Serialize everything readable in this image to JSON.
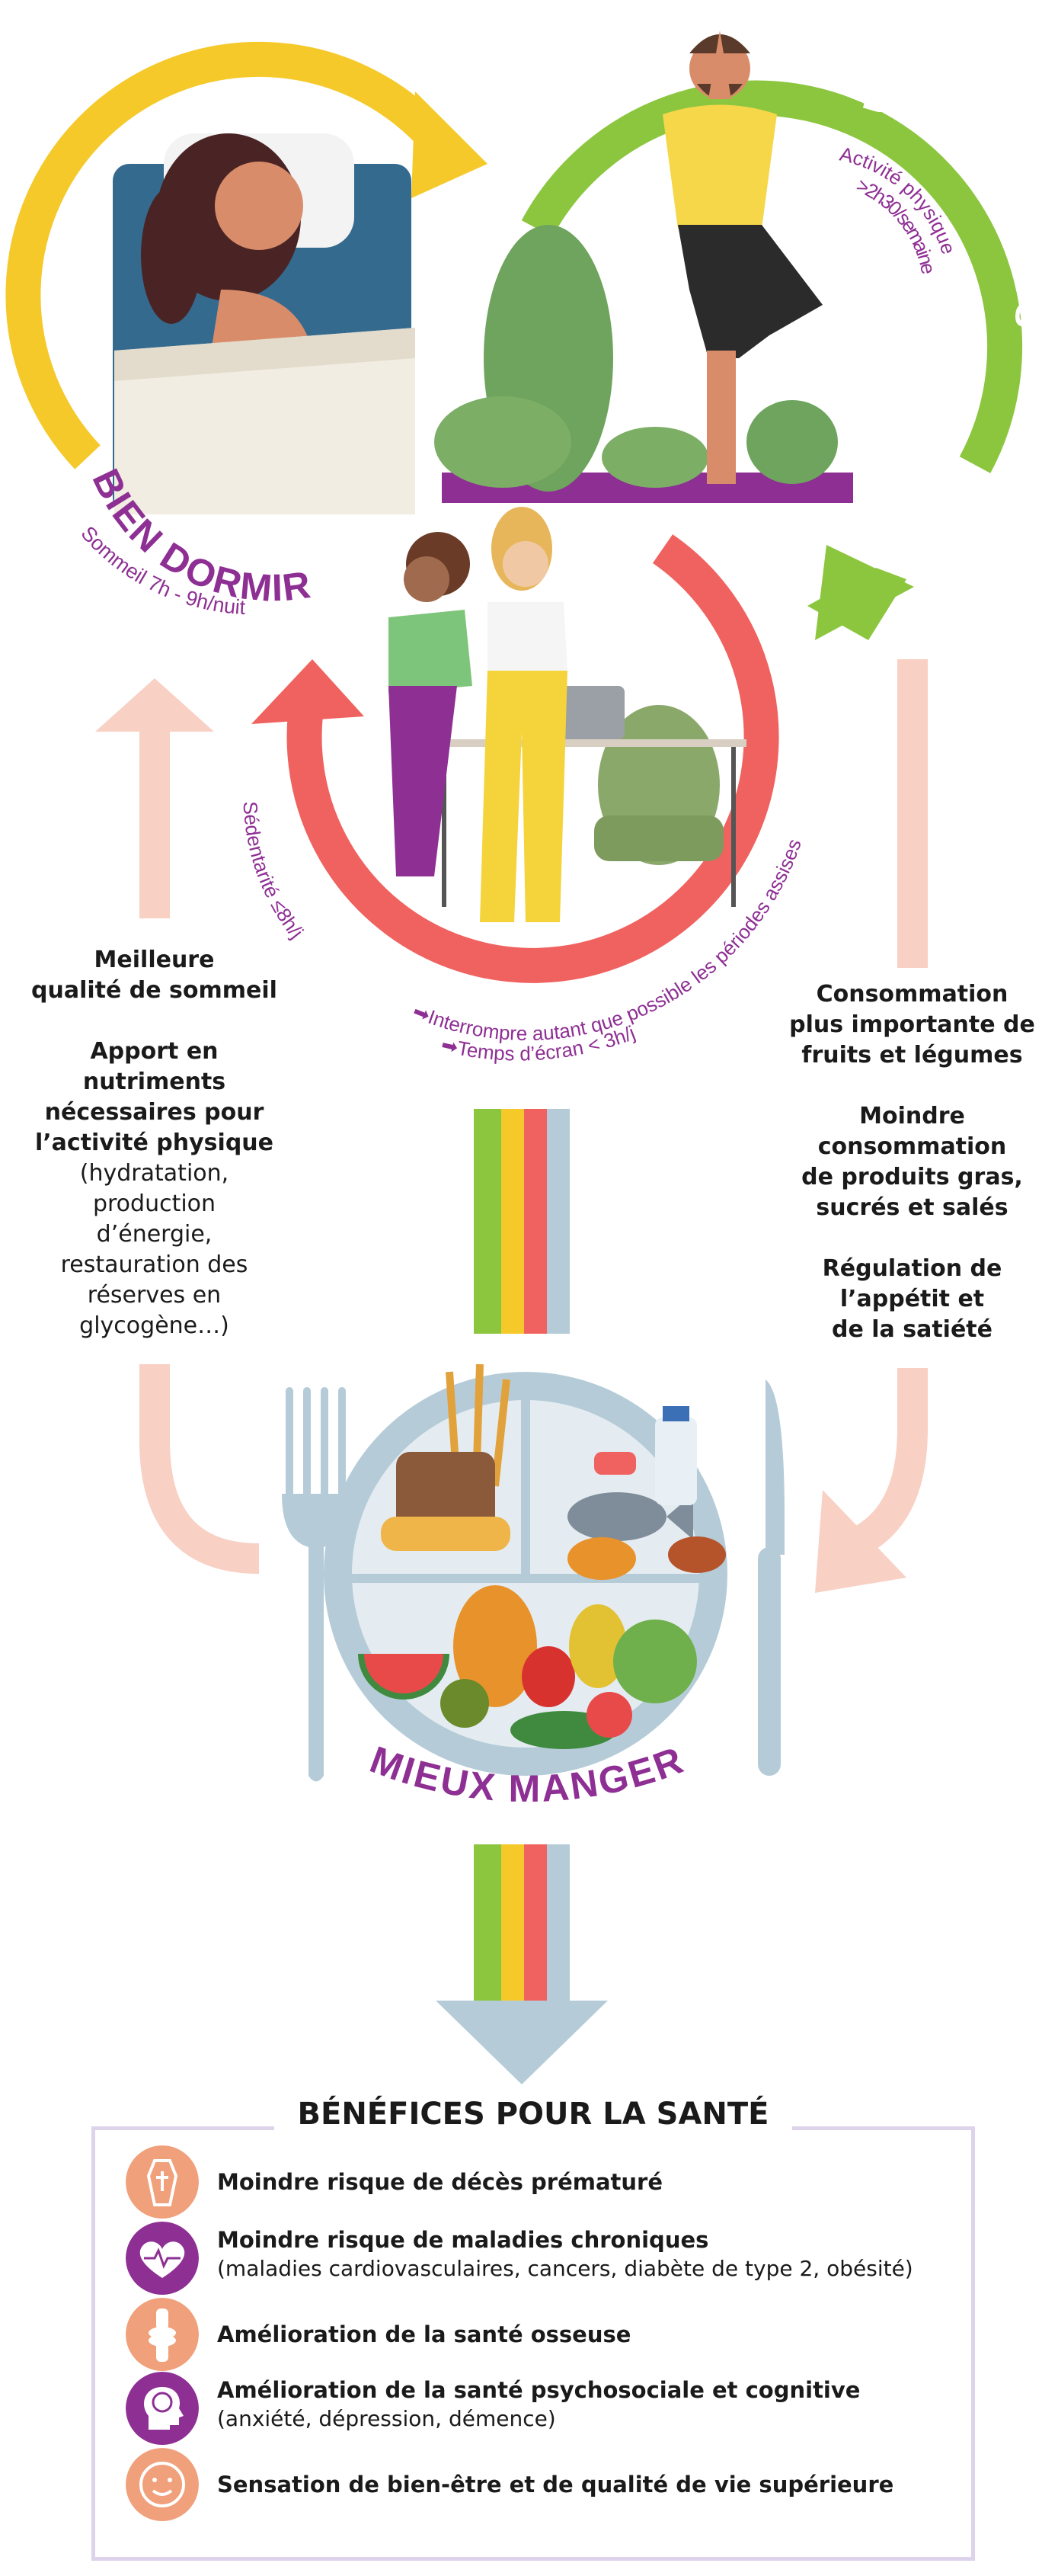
{
  "cycle": {
    "sleep": {
      "title": "BIEN DORMIR",
      "detail": "Sommeil 7h - 9h/nuit",
      "color": "#f5c92a"
    },
    "move": {
      "title": "BOUGER PLUS",
      "detail_line1": "Activité physique",
      "detail_line2": ">2h30/semaine",
      "color": "#8cc63f"
    },
    "sedentary": {
      "title": "ÊTRE MOINS SÉDENTAIRE",
      "detail_line1": "Sédentarité ≤8h/j",
      "detail_line2": "➡Interrompre autant que possible les périodes assises",
      "detail_line3": "➡Temps d’écran < 3h/j",
      "color": "#f0625f"
    },
    "eat": {
      "title": "MIEUX MANGER",
      "color": "#8e2f94"
    }
  },
  "left_column": {
    "line1": "Meilleure",
    "line2": "qualité de sommeil",
    "line3": "Apport en",
    "line4": "nutriments",
    "line5": "nécessaires pour",
    "line6": "l’activité physique",
    "line7": "(hydratation,",
    "line8": "production",
    "line9": "d’énergie,",
    "line10": "restauration des",
    "line11": "réserves en",
    "line12": "glycogène…)"
  },
  "right_column": {
    "line1": "Consommation",
    "line2": "plus importante de",
    "line3": "fruits et légumes",
    "line4": "Moindre",
    "line5": "consommation",
    "line6": "de produits gras,",
    "line7": "sucrés et salés",
    "line8": "Régulation de",
    "line9": "l’appétit et",
    "line10": "de la satiété"
  },
  "benefits": {
    "title": "BÉNÉFICES POUR LA SANTÉ",
    "items": [
      {
        "title": "Moindre risque de décès prématuré",
        "detail": "",
        "icon": "coffin-icon",
        "color": "#f0a07a"
      },
      {
        "title": "Moindre risque de maladies chroniques",
        "detail": "(maladies cardiovasculaires, cancers, diabète de type 2, obésité)",
        "icon": "heart-pulse-icon",
        "color": "#8e2f94"
      },
      {
        "title": "Amélioration de la santé osseuse",
        "detail": "",
        "icon": "knee-bone-icon",
        "color": "#f0a07a"
      },
      {
        "title": "Amélioration de la santé psychosociale et cognitive",
        "detail": "(anxiété, dépression, démence)",
        "icon": "head-brain-icon",
        "color": "#8e2f94"
      },
      {
        "title": "Sensation de bien-être et de qualité de vie supérieure",
        "detail": "",
        "icon": "smiley-icon",
        "color": "#f0a07a"
      }
    ]
  },
  "colors": {
    "arrow_pink": "#f8d0c4",
    "arrow_blue": "#b5ccd8",
    "stripe_green": "#8cc63f",
    "stripe_yellow": "#f5c92a",
    "stripe_red": "#f0625f",
    "stripe_blue": "#b5ccd8",
    "box_border": "#ddd3ea"
  }
}
